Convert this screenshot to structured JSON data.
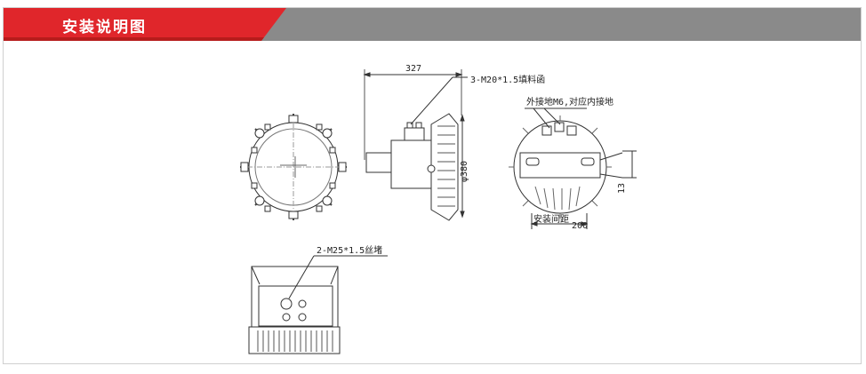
{
  "header": {
    "title": "安装说明图",
    "accent_color": "#e0262b",
    "bar_color": "#8a8a8a"
  },
  "drawing": {
    "dim_width": "327",
    "label_cable_gland_top": "3-M20*1.5填料函",
    "dim_diameter": "φ380",
    "label_grounding": "外接地M6,对应内接地",
    "dim_mount_offset": "13",
    "label_mount_spacing": "安装间距",
    "dim_mount_spacing": "200",
    "label_cable_gland_bottom": "2-M25*1.5丝堵"
  }
}
